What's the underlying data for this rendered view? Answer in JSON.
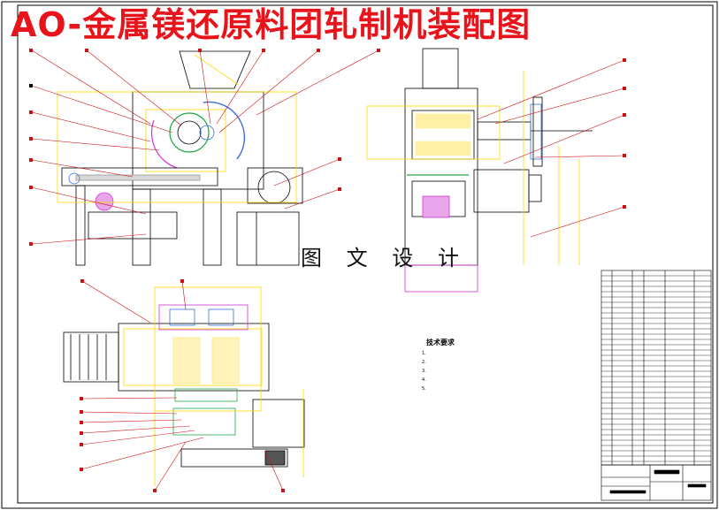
{
  "drawing": {
    "title": "AO-金属镁还原料团轧制机装配图",
    "watermark": "图 文 设 计",
    "technical_notes": {
      "heading": "技术要求",
      "items": [
        "1.",
        "2.",
        "3.",
        "4.",
        "5."
      ]
    }
  },
  "colors": {
    "outline": "#000000",
    "title": "#e8141c",
    "leader": "#ffd700",
    "hatch": "#ffd700",
    "accent_blue": "#3a6fd8",
    "accent_green": "#22aa44",
    "accent_magenta": "#d633d6",
    "callout": "#cc1111"
  }
}
